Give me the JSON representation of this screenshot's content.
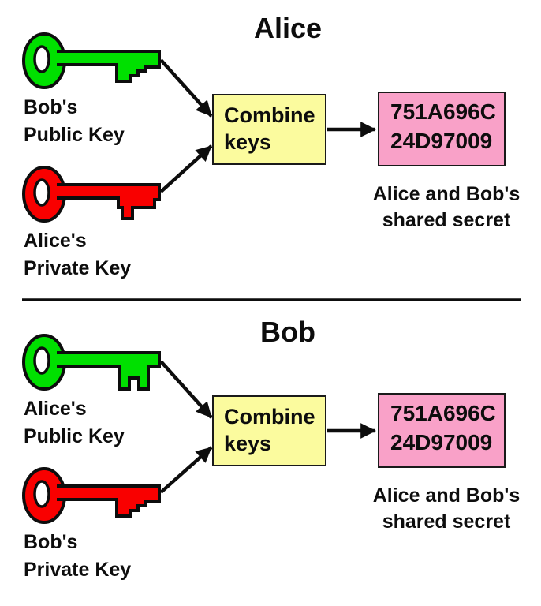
{
  "colors": {
    "public_key_green": "#00E000",
    "private_key_red": "#F90000",
    "combine_box_fill": "#FBFB9E",
    "secret_box_fill": "#F9A1C8",
    "outline_black": "#1a1a1a"
  },
  "sections": [
    {
      "title": "Alice",
      "public_key": {
        "color": "green",
        "label_line1": "Bob's",
        "label_line2": "Public Key"
      },
      "private_key": {
        "color": "red",
        "label_line1": "Alice's",
        "label_line2": "Private Key"
      },
      "combine_box": {
        "line1": "Combine",
        "line2": "keys"
      },
      "secret_box": {
        "line1": "751A696C",
        "line2": "24D97009"
      },
      "caption": {
        "line1": "Alice and Bob's",
        "line2": "shared secret"
      }
    },
    {
      "title": "Bob",
      "public_key": {
        "color": "green",
        "label_line1": "Alice's",
        "label_line2": "Public Key"
      },
      "private_key": {
        "color": "red",
        "label_line1": "Bob's",
        "label_line2": "Private Key"
      },
      "combine_box": {
        "line1": "Combine",
        "line2": "keys"
      },
      "secret_box": {
        "line1": "751A696C",
        "line2": "24D97009"
      },
      "caption": {
        "line1": "Alice and Bob's",
        "line2": "shared secret"
      }
    }
  ]
}
